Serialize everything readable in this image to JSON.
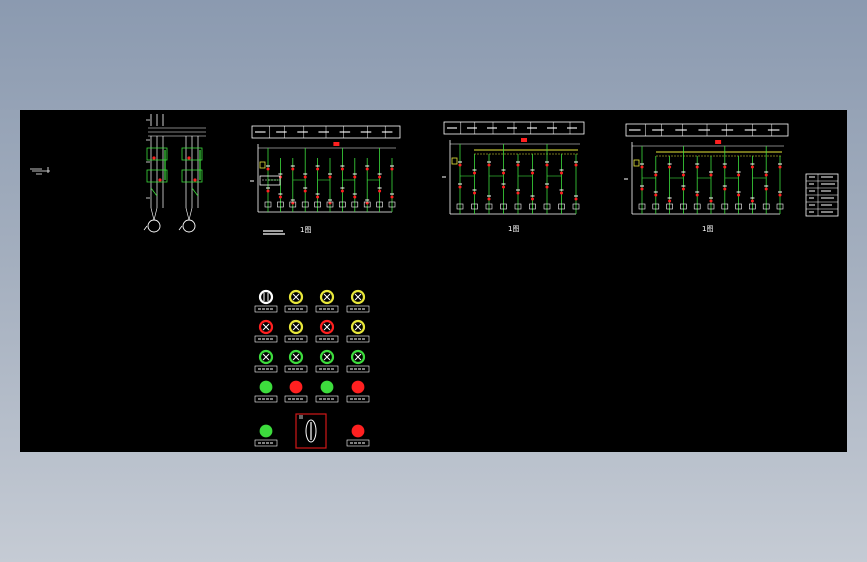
{
  "drawing": {
    "background": "#000000",
    "colors": {
      "line_white": "#ffffff",
      "line_green": "#3ddc3d",
      "line_yellow": "#e8e83a",
      "mark_red": "#ff2020",
      "frame_red": "#d01818"
    }
  },
  "sheet_captions": [
    "1图",
    "1图",
    "1图"
  ],
  "indicator_grid": {
    "rows": [
      [
        "white",
        "yellow",
        "yellow",
        "yellow"
      ],
      [
        "red",
        "yellow",
        "red",
        "yellow"
      ],
      [
        "green",
        "green",
        "green",
        "green"
      ],
      [
        "green-solid",
        "red-solid",
        "green-solid",
        "red-solid"
      ]
    ],
    "bottom_row": [
      "green-solid",
      "selector-switch",
      "red-solid"
    ]
  }
}
